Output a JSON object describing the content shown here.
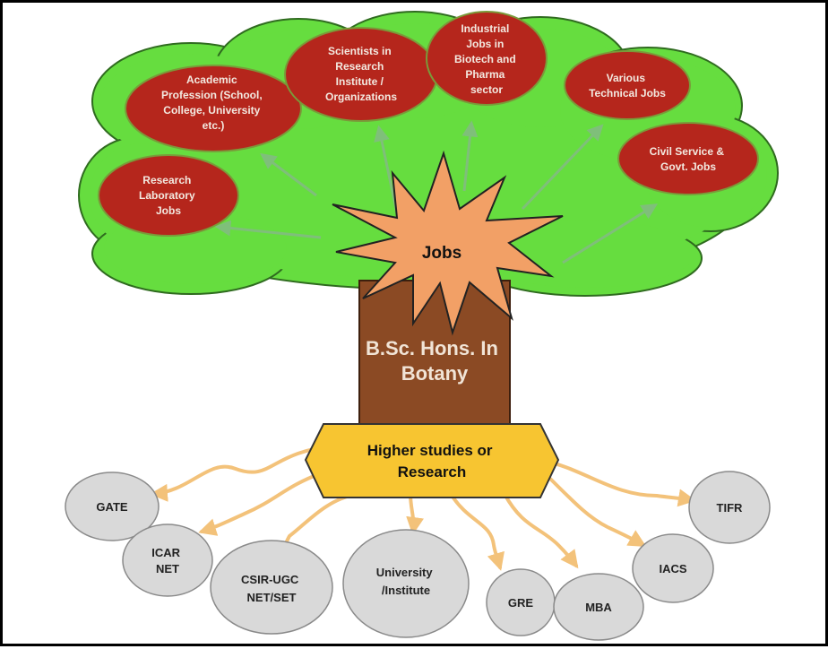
{
  "colors": {
    "canopy": "#66dd3f",
    "canopy_stroke": "#2f6b1f",
    "job_oval": "#b5261c",
    "job_oval_stroke": "#7a9a3a",
    "trunk": "#8b4a24",
    "starburst": "#f2a066",
    "hexagon": "#f7c531",
    "study_oval": "#d9d9d9",
    "root_arrow": "#f3c27a",
    "job_arrow": "#7fbf7a"
  },
  "canopy": {
    "jobs_center": "Jobs",
    "job_nodes": [
      {
        "lines": [
          "Academic",
          "Profession (School,",
          "College, University",
          "etc.)"
        ]
      },
      {
        "lines": [
          "Scientists in",
          "Research",
          "Institute /",
          "Organizations"
        ]
      },
      {
        "lines": [
          "Industrial",
          "Jobs in",
          "Biotech and",
          "Pharma",
          "sector"
        ]
      },
      {
        "lines": [
          "Various",
          "Technical Jobs"
        ]
      },
      {
        "lines": [
          "Civil Service &",
          "Govt. Jobs"
        ]
      },
      {
        "lines": [
          "Research",
          "Laboratory",
          "Jobs"
        ]
      }
    ]
  },
  "trunk": {
    "lines": [
      "B.Sc. Hons. In",
      "Botany"
    ]
  },
  "roots": {
    "hub_lines": [
      "Higher studies or",
      "Research"
    ],
    "study_nodes": [
      {
        "lines": [
          "GATE"
        ]
      },
      {
        "lines": [
          "ICAR",
          "NET"
        ]
      },
      {
        "lines": [
          "CSIR-UGC",
          "NET/SET"
        ]
      },
      {
        "lines": [
          "University",
          "/Institute"
        ]
      },
      {
        "lines": [
          "GRE"
        ]
      },
      {
        "lines": [
          "MBA"
        ]
      },
      {
        "lines": [
          "IACS"
        ]
      },
      {
        "lines": [
          "TIFR"
        ]
      }
    ]
  }
}
